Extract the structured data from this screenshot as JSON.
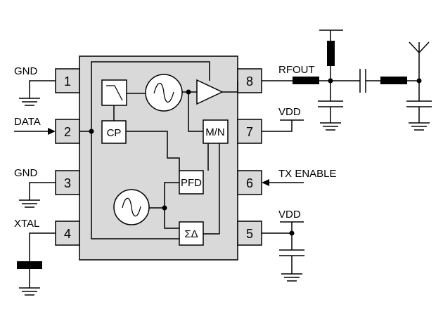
{
  "pins": [
    {
      "number": "1",
      "net": "GND"
    },
    {
      "number": "2",
      "net": "DATA"
    },
    {
      "number": "3",
      "net": "GND"
    },
    {
      "number": "4",
      "net": "XTAL"
    },
    {
      "number": "5",
      "net": "VDD"
    },
    {
      "number": "6",
      "net": "TX ENABLE"
    },
    {
      "number": "7",
      "net": "VDD"
    },
    {
      "number": "8",
      "net": "RFOUT"
    }
  ],
  "blocks": {
    "charge_pump": "CP",
    "divider": "M/N",
    "pfd": "PFD",
    "sigma_delta": "ΣΔ"
  },
  "icons": [
    "lowpass-filter-icon",
    "vco-icon",
    "reference-oscillator-icon",
    "power-amplifier-icon",
    "crystal-icon",
    "antenna-icon",
    "ground-icon",
    "capacitor-icon",
    "inductor-icon"
  ]
}
